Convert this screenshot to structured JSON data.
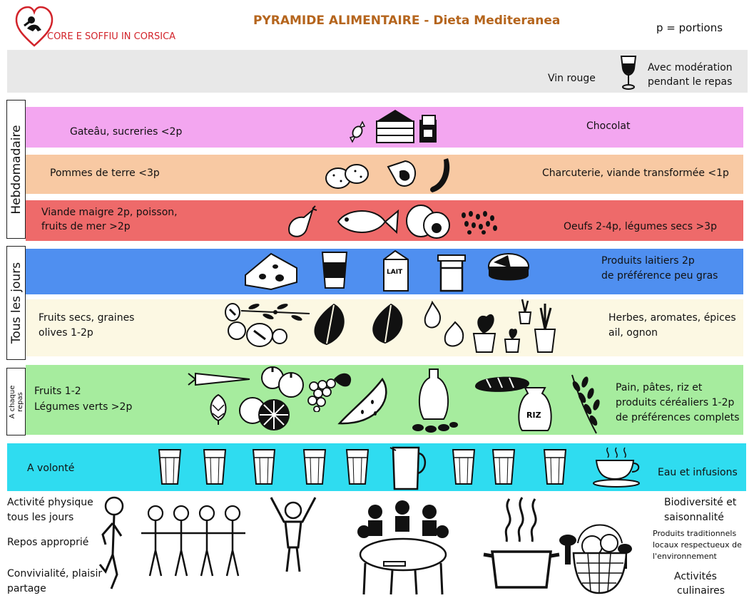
{
  "header": {
    "logo_text": "CORE E SOFFIU IN CORSICA",
    "title": "PYRAMIDE ALIMENTAIRE - Dieta  Mediteranea",
    "legend": "p = portions"
  },
  "colors": {
    "title": "#b5651d",
    "logo": "#d2232a",
    "wine_band": "#e8e8e8",
    "sweets_band": "#f3a6f0",
    "potato_band": "#f8c9a3",
    "meat_band": "#ee6a6a",
    "dairy_band": "#4f8ff0",
    "nuts_band": "#fcf8e3",
    "fruit_band": "#a6ec9e",
    "water_band": "#2fdcf0"
  },
  "side_labels": {
    "weekly": "Hebdomadaire",
    "daily": "Tous les jours",
    "each_meal_line1": "A chaque",
    "each_meal_line2": "repas"
  },
  "bands": {
    "wine": {
      "item": "Vin rouge",
      "note_line1": "Avec modération",
      "note_line2": "pendant le repas"
    },
    "sweets": {
      "left": "Gateâu, sucreries <2p",
      "right": "Chocolat"
    },
    "potato": {
      "left": "Pommes de terre <3p",
      "right": "Charcuterie,  viande transformée <1p"
    },
    "meat": {
      "left_line1": "Viande maigre 2p, poisson,",
      "left_line2": "fruits de mer >2p",
      "right": "Oeufs 2-4p, légumes secs >3p"
    },
    "dairy": {
      "right_line1": "Produits laitiers 2p",
      "right_line2": "de préférence peu gras"
    },
    "nuts": {
      "left_line1": "Fruits secs, graines",
      "left_line2": "olives 1-2p",
      "right_line1": "Herbes, aromates, épices",
      "right_line2": "ail, ognon"
    },
    "fruit": {
      "left_line1": "Fruits 1-2",
      "left_line2": "Légumes verts >2p",
      "right_line1": "Pain, pâtes, riz et",
      "right_line2": "produits céréaliers 1-2p",
      "right_line3": "de préférences complets"
    },
    "water": {
      "left": "A volonté",
      "right": "Eau et infusions"
    }
  },
  "icon_labels": {
    "milk_carton": "LAIT",
    "rice_bag": "RIZ"
  },
  "footer": {
    "activity_line1": "Activité physique",
    "activity_line2": "tous les jours",
    "rest": "Repos approprié",
    "convivial_line1": "Convivialité, plaisir",
    "convivial_line2": "partage",
    "bio_line1": "Biodiversité et",
    "bio_line2": "saisonnalité",
    "local_line1": "Produits traditionnels",
    "local_line2": "locaux respectueux de",
    "local_line3": "l'environnement",
    "cooking_line1": "Activités",
    "cooking_line2": "culinaires"
  }
}
